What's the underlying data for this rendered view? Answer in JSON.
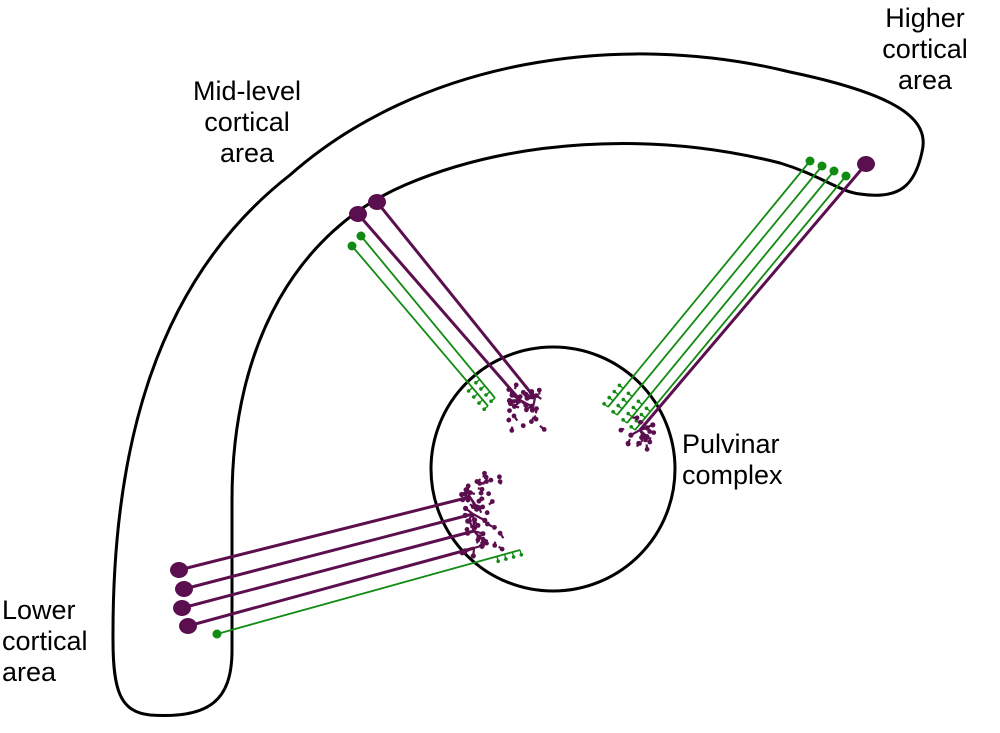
{
  "labels": {
    "mid_level": "Mid-level\ncortical\narea",
    "higher": "Higher\ncortical\narea",
    "lower": "Lower\ncortical\narea",
    "pulvinar": "Pulvinar\ncomplex"
  },
  "colors": {
    "outline": "#000000",
    "driver": "#5c0f4e",
    "modulator": "#118b11",
    "background": "#ffffff"
  }
}
